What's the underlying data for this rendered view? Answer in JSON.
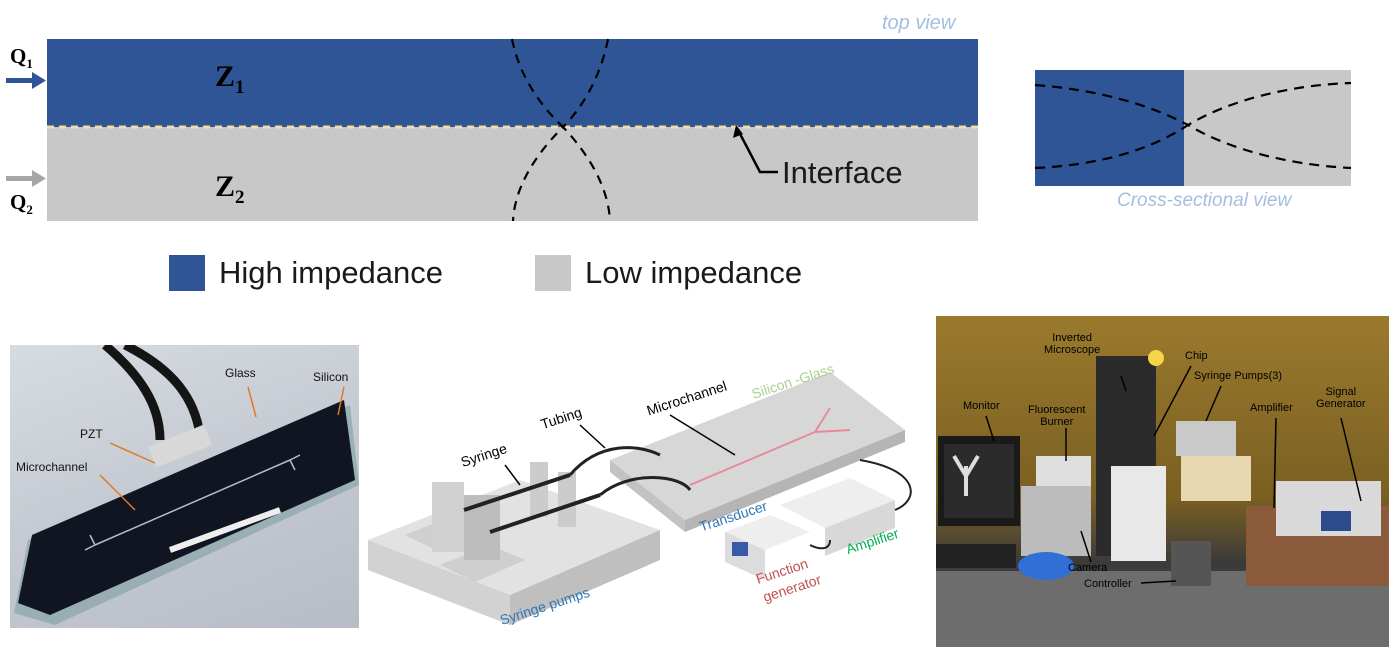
{
  "colors": {
    "high_impedance": "#2f5597",
    "low_impedance": "#c8c8c8",
    "interface_line": "#f2dfa6",
    "view_label": "#a4bfde"
  },
  "top_view": {
    "view_label": "top view",
    "inlet_1": {
      "base": "Q",
      "sub": "1"
    },
    "inlet_2": {
      "base": "Q",
      "sub": "2"
    },
    "zone_1": {
      "base": "Z",
      "sub": "1"
    },
    "zone_2": {
      "base": "Z",
      "sub": "2"
    },
    "interface_label": "Interface"
  },
  "cross_section": {
    "view_label": "Cross-sectional view"
  },
  "legend": [
    {
      "label": "High impedance",
      "color": "#2f5597"
    },
    {
      "label": "Low impedance",
      "color": "#c8c8c8"
    }
  ],
  "chip_photo": {
    "labels": {
      "glass": "Glass",
      "silicon": "Silicon",
      "pzt": "PZT",
      "microchannel": "Microchannel"
    }
  },
  "schematic": {
    "labels": {
      "silicon_glass": "Silicon -Glass",
      "microchannel": "Microchannel",
      "tubing": "Tubing",
      "syringe": "Syringe",
      "transducer": "Transducer",
      "amplifier": "Amplifier",
      "function_generator_1": "Function",
      "function_generator_2": "generator",
      "syringe_pumps": "Syringe pumps"
    },
    "label_colors": {
      "silicon_glass": "#a9d18e",
      "transducer": "#2e75b6",
      "amplifier": "#00b050",
      "function_generator": "#c0504d",
      "syringe_pumps": "#2e75b6"
    }
  },
  "lab_photo": {
    "labels": {
      "inverted_1": "Inverted",
      "inverted_2": "Microscope",
      "chip": "Chip",
      "syringe_pumps": "Syringe Pumps(3)",
      "signal_1": "Signal",
      "signal_2": "Generator",
      "monitor": "Monitor",
      "fluorescent_1": "Fluorescent",
      "fluorescent_2": "Burner",
      "amplifier": "Amplifier",
      "camera": "Camera",
      "controller": "Controller"
    }
  }
}
